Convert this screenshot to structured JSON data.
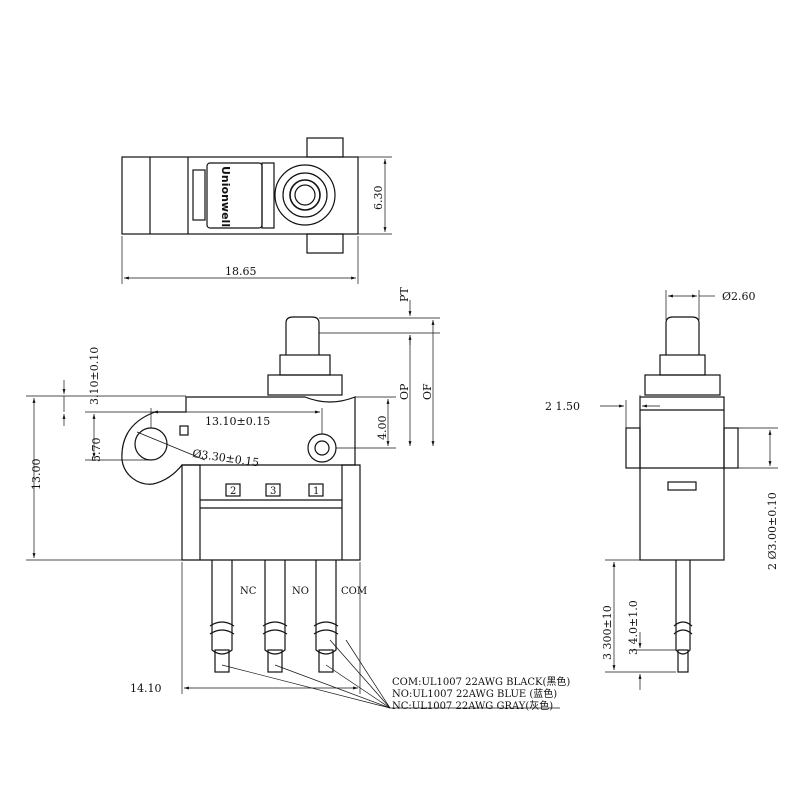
{
  "brand": "Unionwell",
  "top_view": {
    "width_dim": "18.65",
    "height_dim": "6.30"
  },
  "front_view": {
    "dim_13": "13.00",
    "dim_310": "3.10±0.10",
    "dim_570": "5.70",
    "dim_1310": "13.10±0.15",
    "dim_330": "Ø3.30±0.15",
    "dim_400": "4.00",
    "dim_op": "OP",
    "dim_of": "OF",
    "dim_pt": "PT",
    "dim_1410": "14.10",
    "terminals": [
      "2",
      "3",
      "1"
    ],
    "wire_labels": [
      "NC",
      "NO",
      "COM"
    ]
  },
  "side_view": {
    "dim_260": "Ø2.60",
    "dim_150": "2 1.50",
    "dim_300": "2 Ø3.00±0.10",
    "dim_wire": "3 300±10",
    "dim_strip": "3 4.0±1.0"
  },
  "wire_notes": [
    "COM:UL1007 22AWG BLACK(黑色)",
    "NO:UL1007 22AWG BLUE (蓝色)",
    "NC:UL1007 22AWG GRAY(灰色)"
  ]
}
